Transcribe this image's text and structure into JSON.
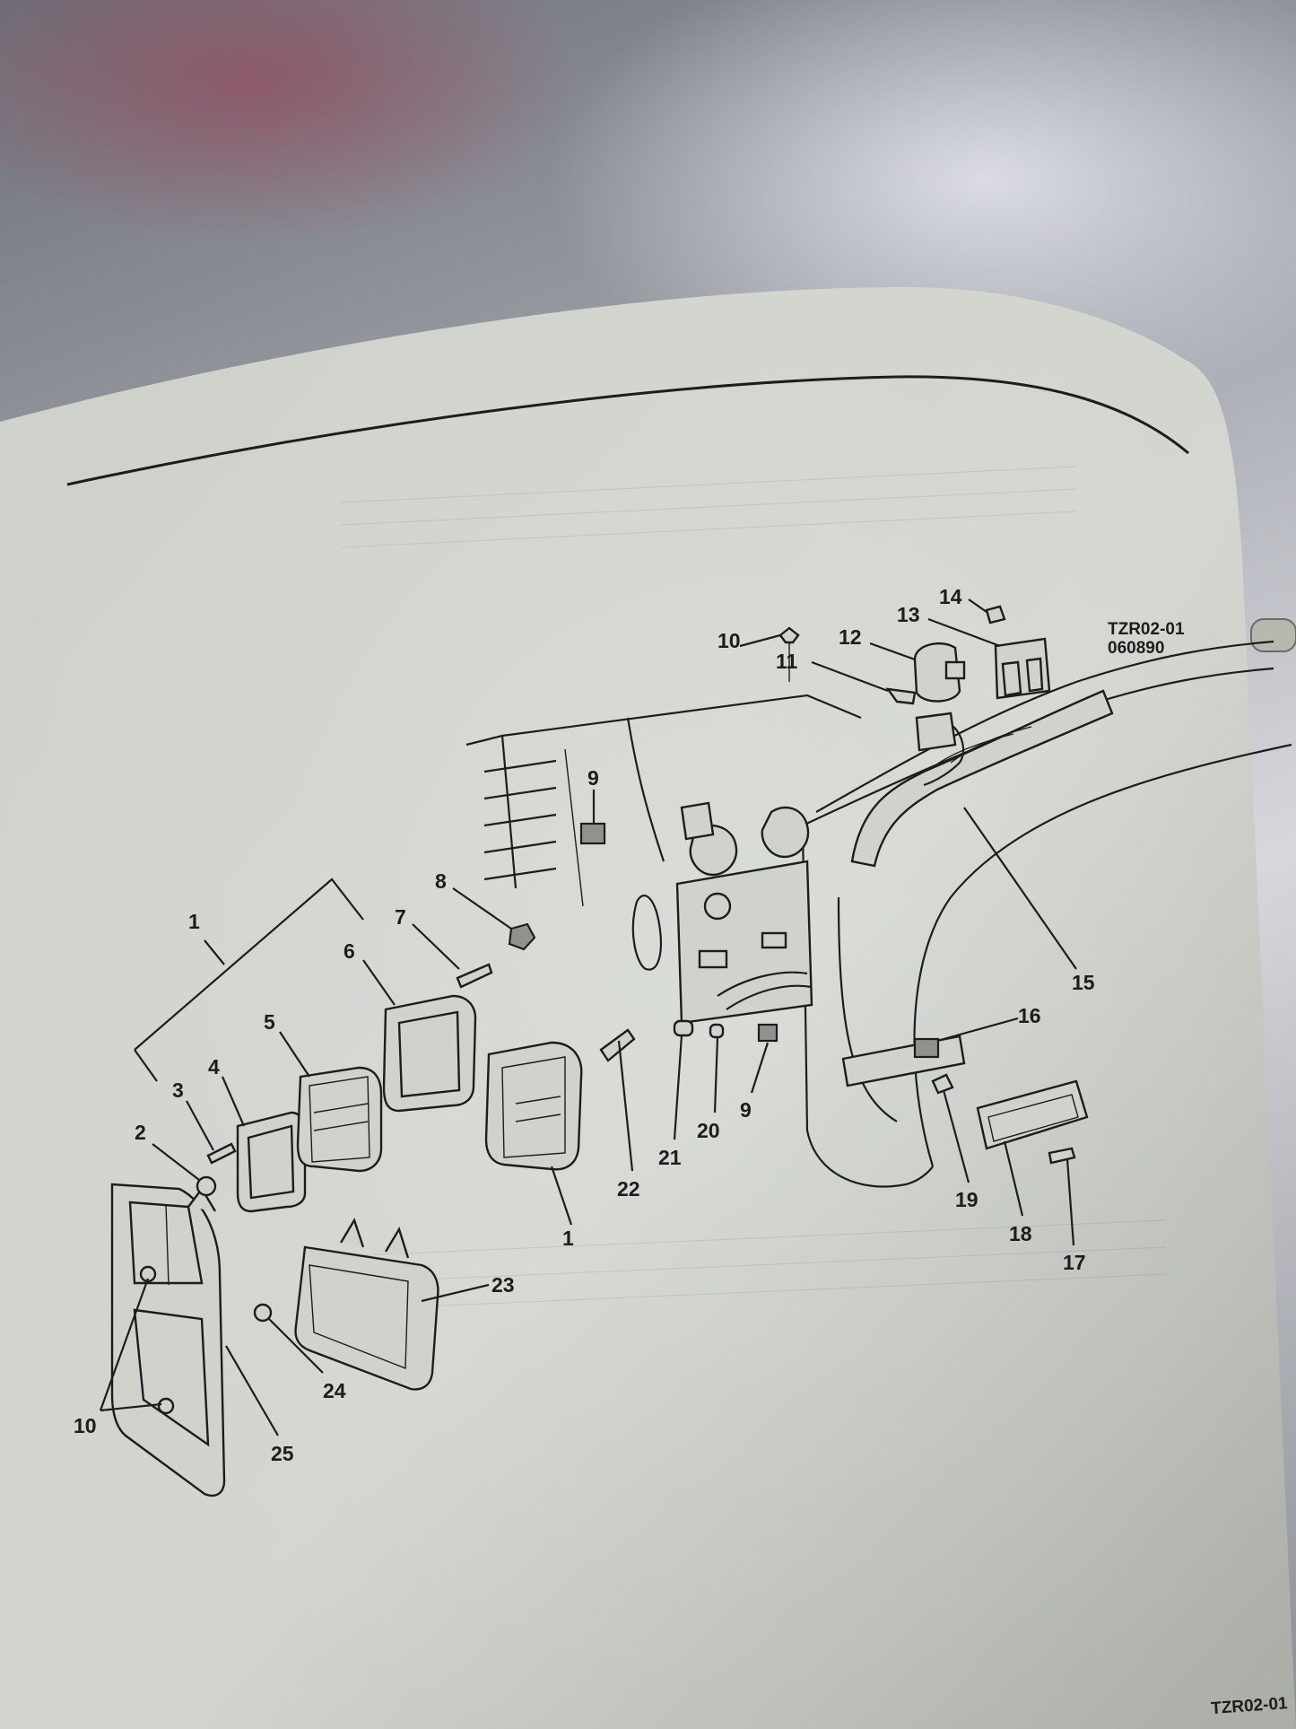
{
  "figure": {
    "figure_id": "TZR02-01",
    "figure_date": "060890",
    "footer_label": "TZR02-01"
  },
  "callouts": [
    {
      "id": "c1a",
      "label": "1"
    },
    {
      "id": "c1b",
      "label": "1"
    },
    {
      "id": "c2",
      "label": "2"
    },
    {
      "id": "c3",
      "label": "3"
    },
    {
      "id": "c4",
      "label": "4"
    },
    {
      "id": "c5",
      "label": "5"
    },
    {
      "id": "c6",
      "label": "6"
    },
    {
      "id": "c7",
      "label": "7"
    },
    {
      "id": "c8",
      "label": "8"
    },
    {
      "id": "c9a",
      "label": "9"
    },
    {
      "id": "c9b",
      "label": "9"
    },
    {
      "id": "c10a",
      "label": "10"
    },
    {
      "id": "c10b",
      "label": "10"
    },
    {
      "id": "c11",
      "label": "11"
    },
    {
      "id": "c12",
      "label": "12"
    },
    {
      "id": "c13",
      "label": "13"
    },
    {
      "id": "c14",
      "label": "14"
    },
    {
      "id": "c15",
      "label": "15"
    },
    {
      "id": "c16",
      "label": "16"
    },
    {
      "id": "c17",
      "label": "17"
    },
    {
      "id": "c18",
      "label": "18"
    },
    {
      "id": "c19",
      "label": "19"
    },
    {
      "id": "c20",
      "label": "20"
    },
    {
      "id": "c21",
      "label": "21"
    },
    {
      "id": "c22",
      "label": "22"
    },
    {
      "id": "c23",
      "label": "23"
    },
    {
      "id": "c24",
      "label": "24"
    },
    {
      "id": "c25",
      "label": "25"
    }
  ],
  "colors": {
    "paper": "#cfd3cb",
    "ink": "#1c1d1d",
    "backdrop": "#9c9ea6"
  }
}
